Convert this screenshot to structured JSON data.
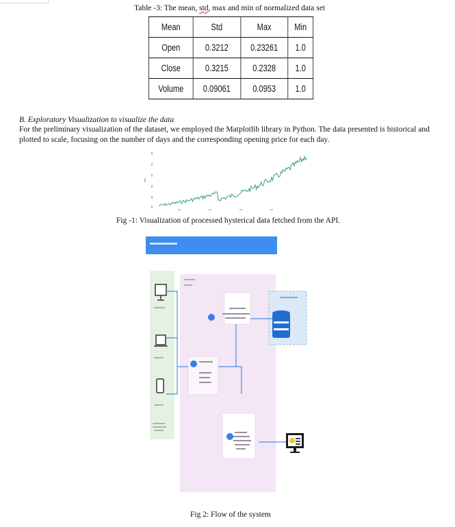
{
  "table": {
    "caption_pre": "Table -3: The mean, ",
    "caption_sic": "std",
    "caption_post": ", max and min of normalized data set",
    "headers": [
      "Mean",
      "Std",
      "Max",
      "Min"
    ],
    "rows": [
      [
        "Open",
        "0.3212",
        "0.23261",
        "1.0"
      ],
      [
        "Close",
        "0.3215",
        "0.2328",
        "1.0"
      ],
      [
        "Volume",
        "0.09061",
        "0.0953",
        "1.0"
      ]
    ]
  },
  "section": {
    "heading": "B.   Exploratory Visualization to visualize the data",
    "body": "For the preliminary visualization of the dataset, we employed the Matplotlib library in Python. The data presented is historical and plotted to scale, focusing on the number of days and the corresponding opening price for each day."
  },
  "figure1": {
    "caption": "Fig -1: Visualization of processed hysterical data fetched from the API.",
    "line_color": "#3a9a8f"
  },
  "figure2": {
    "caption": "Fig 2: Flow of the system",
    "colors": {
      "title_bar": "#3d8ef0",
      "devices_panel": "#e5f1e2",
      "system_panel": "#f3e6f5",
      "database_panel": "#dbe9f8",
      "database": "#1f6fd1",
      "arrow": "#4a8de0",
      "node_icon": "#3b7de8"
    }
  }
}
